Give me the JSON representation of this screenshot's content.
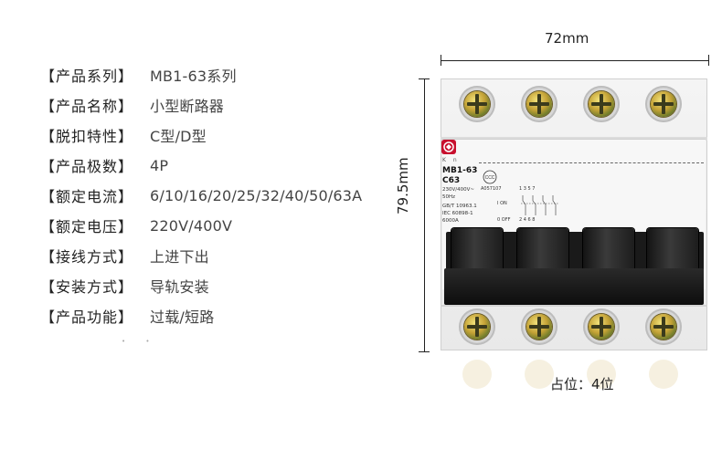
{
  "specs": [
    {
      "key": "【产品系列】",
      "value": "MB1-63系列"
    },
    {
      "key": "【产品名称】",
      "value": "小型断路器"
    },
    {
      "key": "【脱扣特性】",
      "value": "C型/D型"
    },
    {
      "key": "【产品极数】",
      "value": "4P"
    },
    {
      "key": "【额定电流】",
      "value": "6/10/16/20/25/32/40/50/63A"
    },
    {
      "key": "【额定电压】",
      "value": "220V/400V"
    },
    {
      "key": "【接线方式】",
      "value": "上进下出"
    },
    {
      "key": "【安装方式】",
      "value": "导轨安装"
    },
    {
      "key": "【产品功能】",
      "value": "过载/短路"
    }
  ],
  "dimensions": {
    "width_label": "72mm",
    "height_label": "79.5mm"
  },
  "breaker_label": {
    "model": "MB1-63",
    "rating": "C63",
    "voltage": "230V/400V~",
    "frequency": "50Hz",
    "standard1": "GB/T 10963.1",
    "standard2": "IEC 60898-1",
    "breaking": "6000A",
    "cert_code": "A057107",
    "on": "I ON",
    "off": "0 OFF",
    "terminals_top": "1 3 5 7",
    "terminals_bottom": "2 4 6 8"
  },
  "position_label": "占位：4位",
  "colors": {
    "accent": "#c8102e",
    "toggle": "#1a1a1a",
    "body": "#f0f0f0"
  }
}
